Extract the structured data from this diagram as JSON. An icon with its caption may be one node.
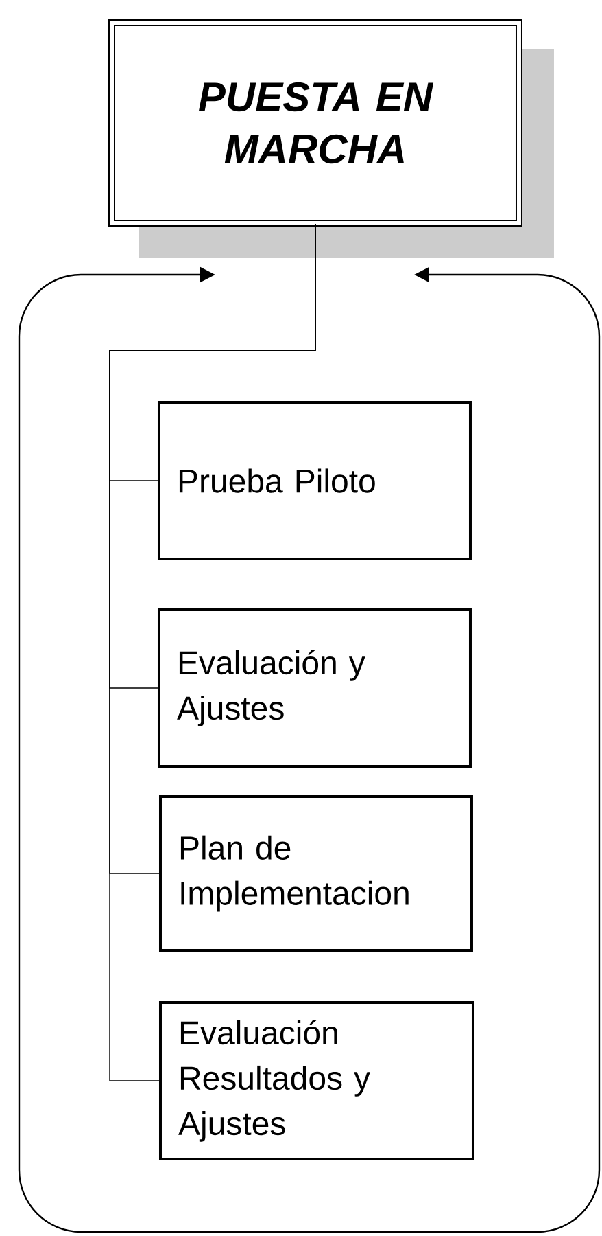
{
  "diagram": {
    "nodes": [
      {
        "text": [
          "PUESTA EN MARCHA"
        ]
      },
      {
        "text": [
          "Prueba Piloto"
        ]
      },
      {
        "text": [
          "Evaluación y Ajustes"
        ]
      },
      {
        "text": [
          "Plan de Implementacion"
        ]
      },
      {
        "text": [
          "Evaluación Resultados y Ajustes"
        ]
      }
    ],
    "edges": [
      {
        "from": 0,
        "to": 1,
        "arrow": "none"
      },
      {
        "from": 0,
        "to": 2,
        "arrow": "none"
      },
      {
        "from": 0,
        "to": 3,
        "arrow": "none"
      },
      {
        "from": 0,
        "to": 4,
        "arrow": "none"
      }
    ]
  }
}
